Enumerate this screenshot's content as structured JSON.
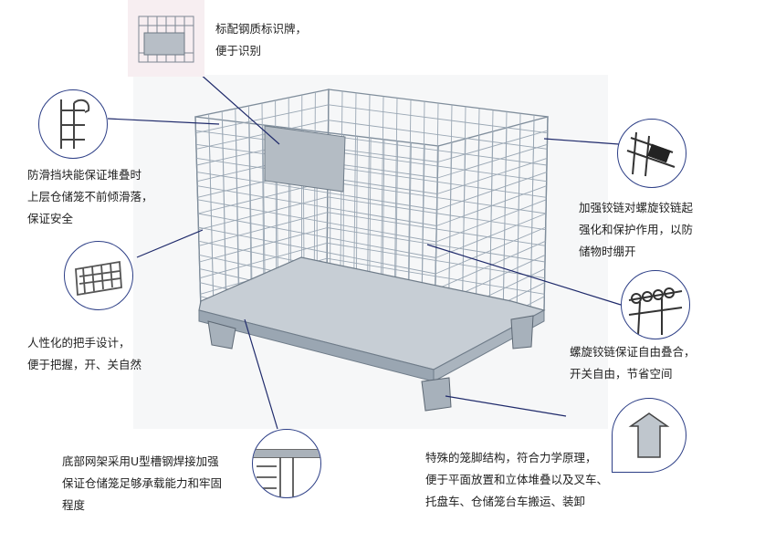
{
  "annotations": [
    {
      "id": "nameplate",
      "lines": [
        "标配钢质标识牌，",
        "便于识别"
      ]
    },
    {
      "id": "anti-slip",
      "lines": [
        "防滑挡块能保证堆叠时",
        "上层仓储笼不前倾滑落，",
        "保证安全"
      ]
    },
    {
      "id": "handle",
      "lines": [
        "人性化的把手设计，",
        "便于把握，开、关自然"
      ]
    },
    {
      "id": "base-frame",
      "lines": [
        "底部网架采用U型槽钢焊接加强",
        "保证仓储笼足够承载能力和牢固",
        "程度"
      ]
    },
    {
      "id": "hinge",
      "lines": [
        "加强铰链对螺旋铰链起",
        "强化和保护作用，以防",
        "储物时绷开"
      ]
    },
    {
      "id": "spiral-hinge",
      "lines": [
        "螺旋铰链保证自由叠合，",
        "开关自由，节省空间"
      ]
    },
    {
      "id": "foot",
      "lines": [
        "特殊的笼脚结构，符合力学原理，",
        "便于平面放置和立体堆叠以及叉车、",
        "托盘车、仓储笼台车搬运、装卸"
      ]
    }
  ],
  "colors": {
    "leader": "#1f2a6b",
    "inset_border": "#2c3e86",
    "wire": "#8c9aa8",
    "plate": "#b4bcc4"
  }
}
